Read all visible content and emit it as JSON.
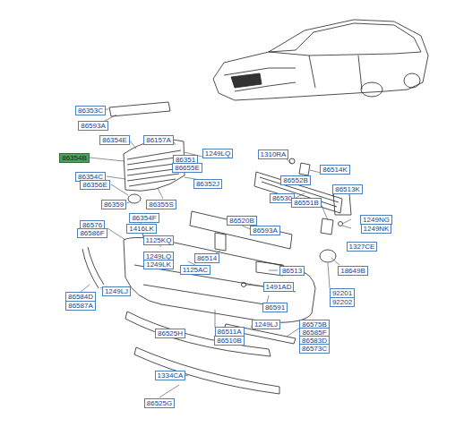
{
  "diagram": {
    "nodes": [
      {
        "text": [
          "86353C"
        ]
      },
      {
        "text": [
          "86593A"
        ]
      },
      {
        "text": [
          "86354E"
        ]
      },
      {
        "text": [
          "86157A"
        ]
      },
      {
        "text": [
          "1249LQ"
        ]
      },
      {
        "text": [
          "86354B"
        ]
      },
      {
        "text": [
          "86351"
        ]
      },
      {
        "text": [
          "86655E"
        ]
      },
      {
        "text": [
          "86354C"
        ]
      },
      {
        "text": [
          "86356E"
        ]
      },
      {
        "text": [
          "86352J"
        ]
      },
      {
        "text": [
          "86359"
        ]
      },
      {
        "text": [
          "86355S"
        ]
      },
      {
        "text": [
          "1310RA"
        ]
      },
      {
        "text": [
          "86514K"
        ]
      },
      {
        "text": [
          "86552B"
        ]
      },
      {
        "text": [
          "86513K"
        ]
      },
      {
        "text": [
          "86530"
        ]
      },
      {
        "text": [
          "86551B"
        ]
      },
      {
        "text": [
          "1249NG"
        ]
      },
      {
        "text": [
          "1249NK"
        ]
      },
      {
        "text": [
          "86576"
        ]
      },
      {
        "text": [
          "86354F"
        ]
      },
      {
        "text": [
          "86520B"
        ]
      },
      {
        "text": [
          "86586F"
        ]
      },
      {
        "text": [
          "1416LK"
        ]
      },
      {
        "text": [
          "86593A"
        ]
      },
      {
        "text": [
          "1125KQ"
        ]
      },
      {
        "text": [
          "1327CE"
        ]
      },
      {
        "text": [
          "1249LQ"
        ]
      },
      {
        "text": [
          "1249LK"
        ]
      },
      {
        "text": [
          "86514"
        ]
      },
      {
        "text": [
          "1125AC"
        ]
      },
      {
        "text": [
          "86513"
        ]
      },
      {
        "text": [
          "18649B"
        ]
      },
      {
        "text": [
          "1491AD"
        ]
      },
      {
        "text": [
          "1249LJ"
        ]
      },
      {
        "text": [
          "92201"
        ]
      },
      {
        "text": [
          "86584D"
        ]
      },
      {
        "text": [
          "92202"
        ]
      },
      {
        "text": [
          "86587A"
        ]
      },
      {
        "text": [
          "86591"
        ]
      },
      {
        "text": [
          "1249LJ"
        ]
      },
      {
        "text": [
          "86575B"
        ]
      },
      {
        "text": [
          "86585F"
        ]
      },
      {
        "text": [
          "86525H"
        ]
      },
      {
        "text": [
          "86511A"
        ]
      },
      {
        "text": [
          "86583D"
        ]
      },
      {
        "text": [
          "86510B"
        ]
      },
      {
        "text": [
          "86573C"
        ]
      },
      {
        "text": [
          "1334CA"
        ]
      },
      {
        "text": [
          "86525G"
        ]
      }
    ]
  }
}
